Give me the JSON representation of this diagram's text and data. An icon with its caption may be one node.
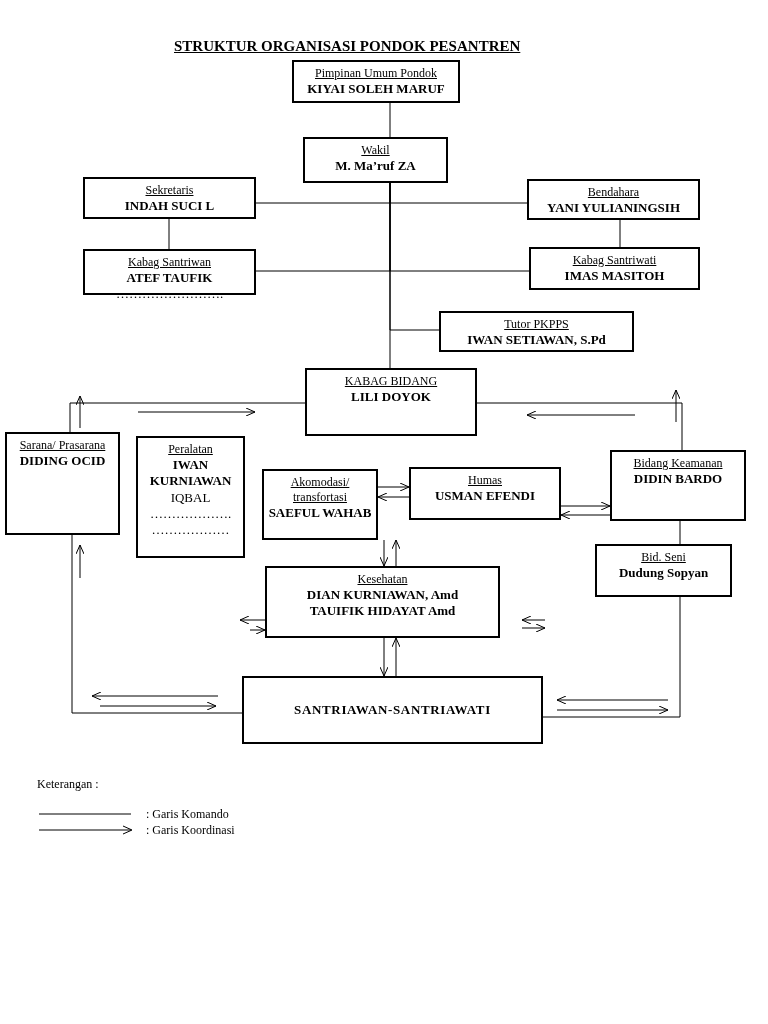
{
  "diagram": {
    "title": "STRUKTUR ORGANISASI PONDOK PESANTREN",
    "nodes": [
      {
        "text": [
          "Pimpinan Umum Pondok",
          "KIYAI SOLEH MARUF"
        ]
      },
      {
        "text": [
          "Wakil",
          "M. Ma’ruf ZA"
        ]
      },
      {
        "text": [
          "Sekretaris",
          "INDAH SUCI L"
        ]
      },
      {
        "text": [
          "Bendahara",
          "YANI YULIANINGSIH"
        ]
      },
      {
        "text": [
          "Kabag Santriwan",
          "ATEF TAUFIK",
          "……………………."
        ]
      },
      {
        "text": [
          "Kabag Santriwati",
          "IMAS MASITOH"
        ]
      },
      {
        "text": [
          "Tutor PKPPS",
          "IWAN SETIAWAN, S.Pd"
        ]
      },
      {
        "text": [
          "KABAG BIDANG",
          "LILI DOYOK"
        ]
      },
      {
        "text": [
          "Sarana/ Prasarana",
          "DIDING OCID"
        ]
      },
      {
        "text": [
          "Peralatan",
          "IWAN KURNIAWAN",
          "IQBAL",
          "……………….",
          "………………"
        ]
      },
      {
        "text": [
          "Akomodasi/ transfortasi",
          "SAEFUL WAHAB"
        ]
      },
      {
        "text": [
          "Humas",
          "USMAN EFENDI"
        ]
      },
      {
        "text": [
          "Bidang Keamanan",
          "DIDIN BARDO"
        ]
      },
      {
        "text": [
          "Bid. Seni",
          "Dudung Sopyan"
        ]
      },
      {
        "text": [
          "Kesehatan",
          "DIAN KURNIAWAN, Amd",
          "TAUIFIK HIDAYAT Amd"
        ]
      },
      {
        "text": [
          "SANTRIAWAN-SANTRIAWATI"
        ]
      }
    ],
    "edges": [
      {
        "from": 0,
        "to": 1,
        "arrow": "none"
      },
      {
        "from": 1,
        "to": 2,
        "arrow": "none"
      },
      {
        "from": 1,
        "to": 3,
        "arrow": "none"
      },
      {
        "from": 1,
        "to": 4,
        "arrow": "none"
      },
      {
        "from": 1,
        "to": 5,
        "arrow": "none"
      },
      {
        "from": 1,
        "to": 6,
        "arrow": "none"
      },
      {
        "from": 1,
        "to": 7,
        "arrow": "none"
      },
      {
        "from": 2,
        "to": 4,
        "arrow": "none"
      },
      {
        "from": 3,
        "to": 5,
        "arrow": "none"
      },
      {
        "from": 7,
        "to": 8,
        "arrow": "none"
      },
      {
        "from": 7,
        "to": 12,
        "arrow": "none"
      },
      {
        "from": 12,
        "to": 13,
        "arrow": "none"
      },
      {
        "from": 13,
        "to": 15,
        "arrow": "none"
      },
      {
        "from": 8,
        "to": 15,
        "arrow": "none"
      },
      {
        "from": 10,
        "to": 11,
        "arrow": "to"
      },
      {
        "from": 11,
        "to": 10,
        "arrow": "to"
      },
      {
        "from": 11,
        "to": 12,
        "arrow": "to"
      },
      {
        "from": 12,
        "to": 11,
        "arrow": "to"
      },
      {
        "from": 10,
        "to": 14,
        "arrow": "to"
      },
      {
        "from": 14,
        "to": 10,
        "arrow": "to"
      },
      {
        "from": 14,
        "to": 15,
        "arrow": "to"
      },
      {
        "from": 15,
        "to": 14,
        "arrow": "to"
      }
    ],
    "labels": [
      "Keterangan :"
    ],
    "legend": [
      {
        "text": ": Garis Komando"
      },
      {
        "text": ": Garis Koordinasi"
      }
    ]
  }
}
